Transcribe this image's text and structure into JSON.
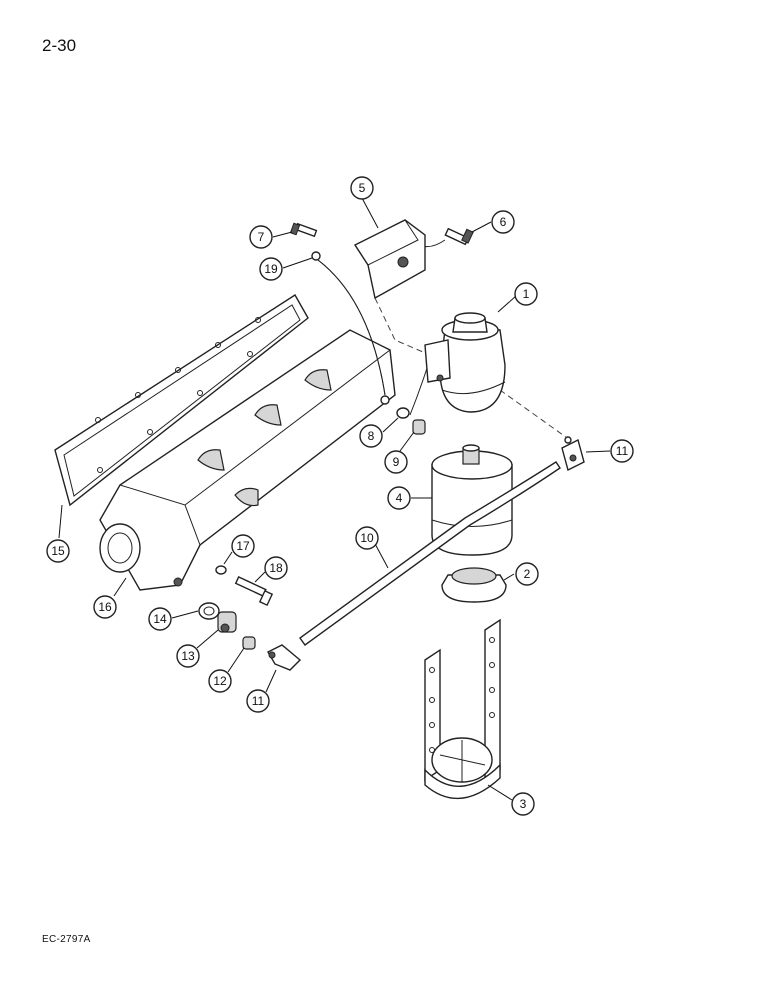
{
  "page": {
    "number": "2-30",
    "figure_code": "EC-2797A"
  },
  "callouts": [
    {
      "id": "c1",
      "label": "1"
    },
    {
      "id": "c2",
      "label": "2"
    },
    {
      "id": "c3",
      "label": "3"
    },
    {
      "id": "c4",
      "label": "4"
    },
    {
      "id": "c5",
      "label": "5"
    },
    {
      "id": "c6",
      "label": "6"
    },
    {
      "id": "c7",
      "label": "7"
    },
    {
      "id": "c8",
      "label": "8"
    },
    {
      "id": "c9",
      "label": "9"
    },
    {
      "id": "c10",
      "label": "10"
    },
    {
      "id": "c11a",
      "label": "11"
    },
    {
      "id": "c11b",
      "label": "11"
    },
    {
      "id": "c12",
      "label": "12"
    },
    {
      "id": "c13",
      "label": "13"
    },
    {
      "id": "c14",
      "label": "14"
    },
    {
      "id": "c15",
      "label": "15"
    },
    {
      "id": "c16",
      "label": "16"
    },
    {
      "id": "c17",
      "label": "17"
    },
    {
      "id": "c18",
      "label": "18"
    },
    {
      "id": "c19",
      "label": "19"
    }
  ]
}
